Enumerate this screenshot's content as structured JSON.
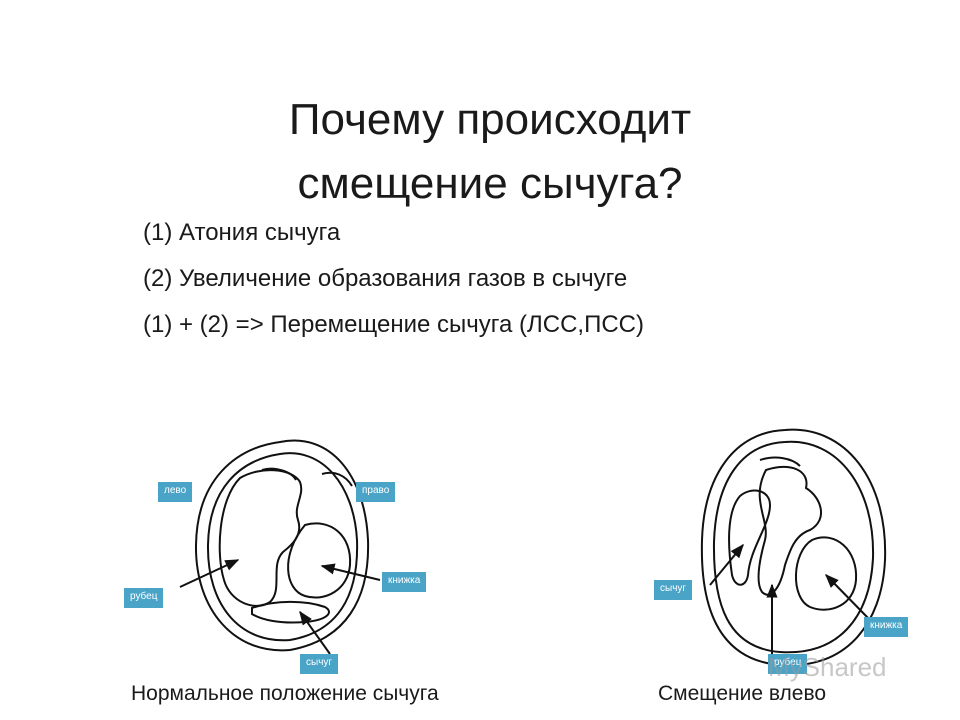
{
  "title": {
    "line1": "Почему происходит",
    "line2": "смещение сычуга?"
  },
  "bullets": [
    "(1) Атония сычуга",
    "(2) Увеличение образования газов в сычуге",
    "(1) + (2) => Перемещение сычуга (ЛСС,ПСС)"
  ],
  "left_figure": {
    "labels": {
      "left": "лево",
      "right": "право",
      "rumen": "рубец",
      "omasum": "книжка",
      "abomasum": "сычуг"
    },
    "caption": "Нормальное положение сычуга"
  },
  "right_figure": {
    "labels": {
      "abomasum": "сычуг",
      "omasum": "книжка",
      "rumen": "рубец"
    },
    "caption": "Смещение влево"
  },
  "watermark": "MyShared"
}
